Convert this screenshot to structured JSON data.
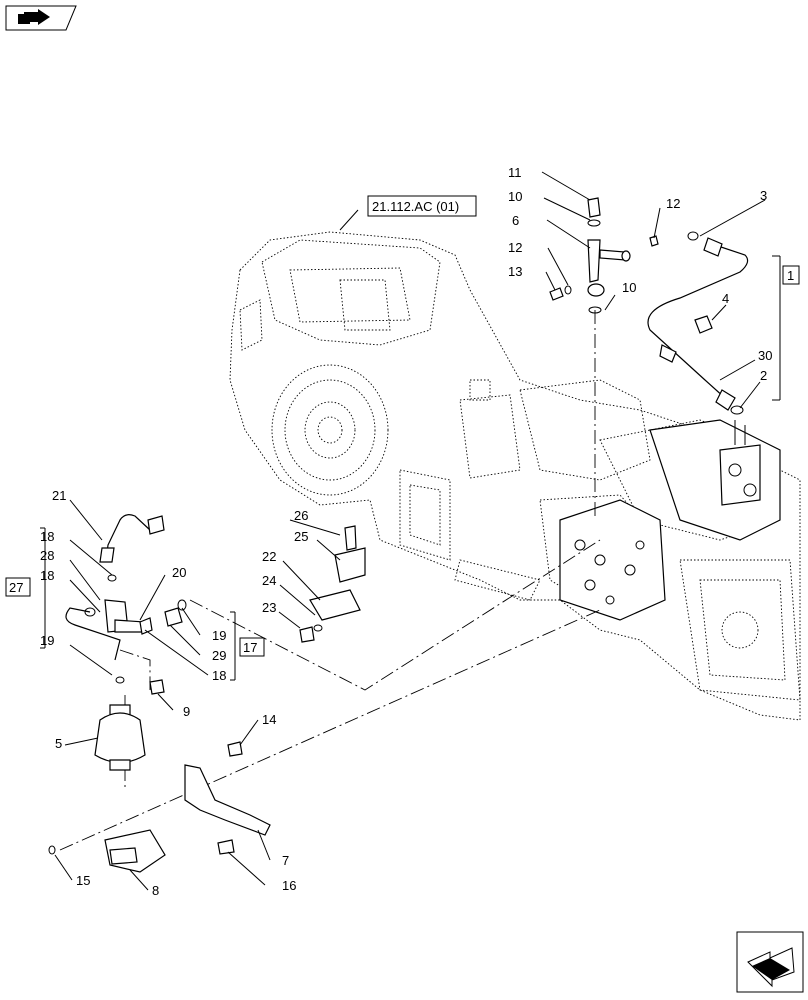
{
  "header": {
    "icon": "book-arrow-icon"
  },
  "reference_label": "21.112.AC (01)",
  "groups": {
    "g1": "1",
    "g17": "17",
    "g27": "27"
  },
  "callouts": {
    "c1": "1",
    "c2": "2",
    "c3": "3",
    "c4": "4",
    "c5": "5",
    "c6": "6",
    "c7": "7",
    "c8": "8",
    "c9": "9",
    "c10a": "10",
    "c10b": "10",
    "c11": "11",
    "c12a": "12",
    "c12b": "12",
    "c13": "13",
    "c14": "14",
    "c15": "15",
    "c16": "16",
    "c18a": "18",
    "c18b": "18",
    "c18c": "18",
    "c19a": "19",
    "c19b": "19",
    "c20": "20",
    "c21": "21",
    "c22": "22",
    "c23": "23",
    "c24": "24",
    "c25": "25",
    "c26": "26",
    "c27": "27",
    "c28": "28",
    "c29": "29",
    "c30": "30"
  },
  "footer": {
    "icon": "next-page-arrow-icon"
  }
}
